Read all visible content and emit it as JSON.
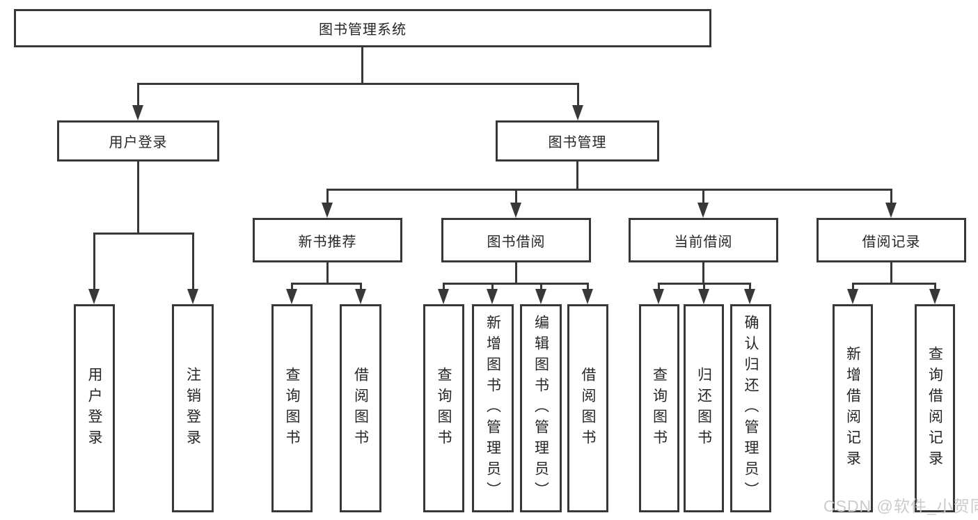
{
  "diagram": {
    "root": {
      "label": "图书管理系统"
    },
    "level2": [
      {
        "label": "用户登录"
      },
      {
        "label": "图书管理"
      }
    ],
    "level3": [
      {
        "label": "新书推荐"
      },
      {
        "label": "图书借阅"
      },
      {
        "label": "当前借阅"
      },
      {
        "label": "借阅记录"
      }
    ],
    "leaves": {
      "user_login": [
        "用户登录",
        "注销登录"
      ],
      "new_books": [
        "查询图书",
        "借阅图书"
      ],
      "book_borrow": [
        "查询图书",
        "新增图书（管理员）",
        "编辑图书（管理员）",
        "借阅图书"
      ],
      "current_borrow": [
        "查询图书",
        "归还图书",
        "确认归还（管理员）"
      ],
      "borrow_records": [
        "新增借阅记录",
        "查询借阅记录"
      ]
    }
  },
  "watermark": {
    "text": "CSDN @软件_小贺同学"
  },
  "colors": {
    "line": "#383838",
    "text": "#262626",
    "watermark": "#cbcbcb",
    "background": "#ffffff"
  }
}
